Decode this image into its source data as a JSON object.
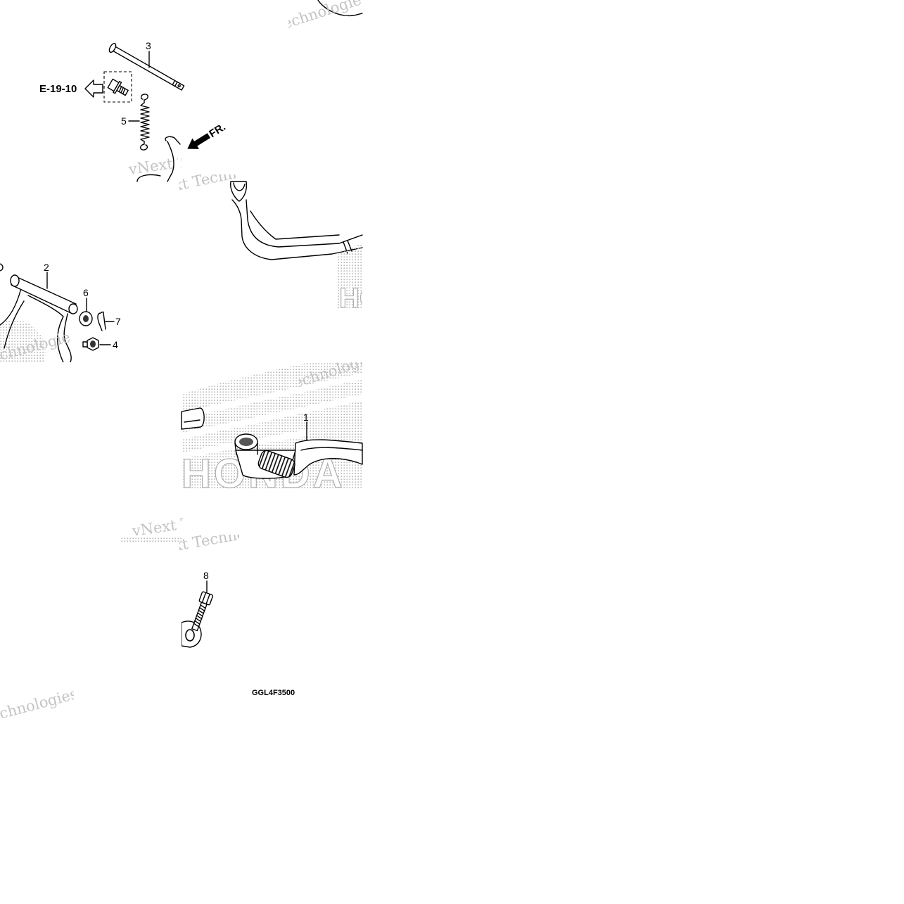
{
  "diagram": {
    "callouts": {
      "c1": "1",
      "c2": "2",
      "c3": "3",
      "c4": "4",
      "c5": "5",
      "c6": "6",
      "c7": "7",
      "c8": "8"
    },
    "reference": "E-19-10",
    "front_marker": "FR.",
    "drawing_code": "GGL4F3500"
  },
  "watermark": {
    "text": "vNext Technologies",
    "brand": "HONDA",
    "color": "#c4c4c4"
  },
  "colors": {
    "line": "#000000",
    "background": "#ffffff",
    "dot_pattern": "#b5b5b5"
  }
}
